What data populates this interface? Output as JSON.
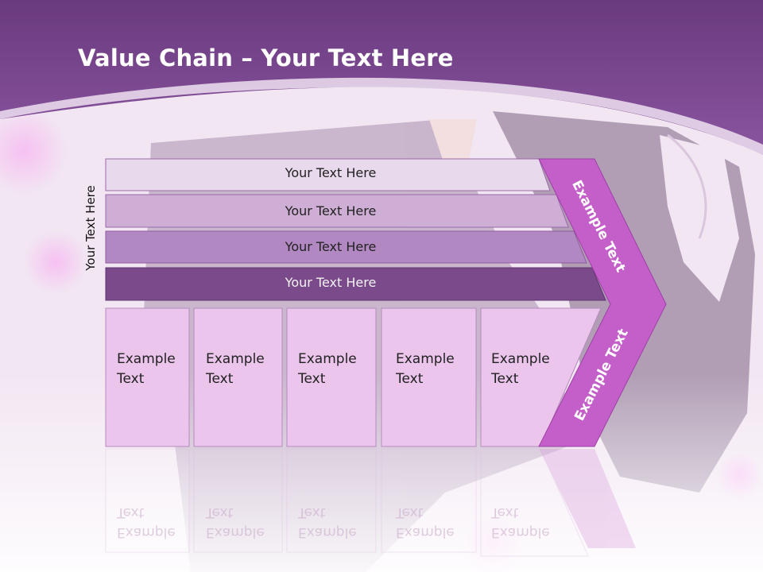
{
  "title": {
    "bold": "Value Chain",
    "rest": " – Your Text Here"
  },
  "side_label": "Your Text Here",
  "support_bars": [
    "Your Text Here",
    "Your Text Here",
    "Your Text Here",
    "Your Text Here"
  ],
  "primary_boxes": [
    {
      "line1": "Example",
      "line2": "Text"
    },
    {
      "line1": "Example",
      "line2": "Text"
    },
    {
      "line1": "Example",
      "line2": "Text"
    },
    {
      "line1": "Example",
      "line2": "Text"
    },
    {
      "line1": "Example",
      "line2": "Text"
    }
  ],
  "chevron": {
    "upper": "Example Text",
    "lower": "Example Text"
  },
  "colors": {
    "header": "#7d4a92",
    "bar1": "#e8d9ec",
    "bar2": "#cfaed6",
    "bar3": "#b288c2",
    "bar4": "#7a4a8a",
    "box": "#ebc5eb",
    "chevron": "#c45fca"
  }
}
